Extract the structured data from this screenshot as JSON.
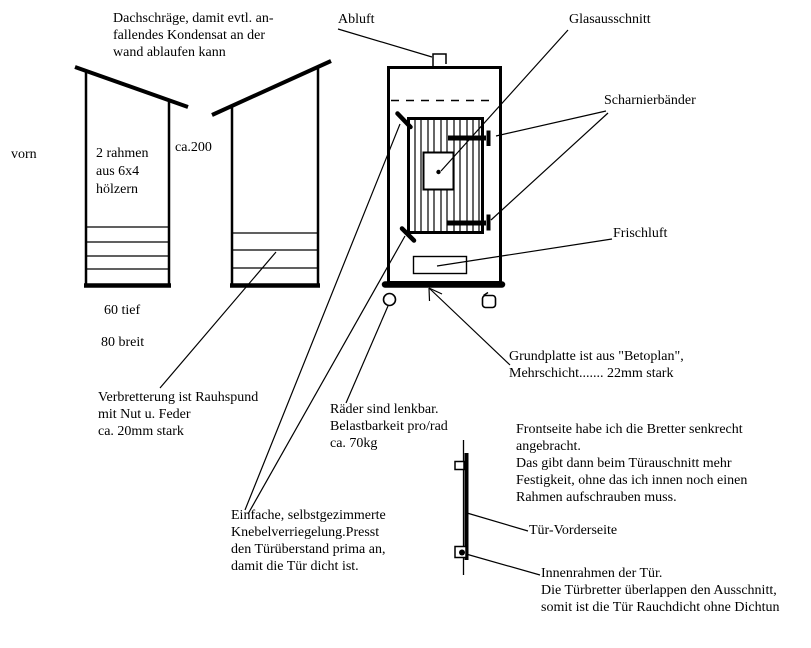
{
  "page": {
    "background_color": "#ffffff",
    "ink_color": "#000000",
    "description": "Hand-drawn construction sketch of a smoker cabinet (Räucherschrank) with German annotations"
  },
  "labels": {
    "dachschraege": "Dachschräge, damit evtl. an-\nfallendes Kondensat an der\nwand ablaufen kann",
    "abluft": "Abluft",
    "glasausschnitt": "Glasausschnitt",
    "scharnierbaender": "Scharnierbänder",
    "vorn": "vorn",
    "rahmen": "2 rahmen\naus 6x4\nhölzern",
    "ca200": "ca.200",
    "frischluft": "Frischluft",
    "tief": "60 tief",
    "breit": "80 breit",
    "grundplatte": "Grundplatte ist aus \"Betoplan\",\nMehrschicht....... 22mm stark",
    "verbretterung": "Verbretterung ist Rauhspund\nmit Nut u. Feder\nca. 20mm stark",
    "raeder": "Räder sind lenkbar.\nBelastbarkeit pro/rad\nca. 70kg",
    "frontseite": "Frontseite habe ich die Bretter senkrecht\nangebracht.\nDas gibt dann beim Türauschnitt mehr\nFestigkeit, ohne das ich innen noch einen\nRahmen aufschrauben muss.",
    "einfache": "Einfache, selbstgezimmerte\nKnebelverriegelung.Presst\nden Türüberstand prima an,\ndamit die Tür dicht ist.",
    "tuer_vorderseite": "Tür-Vorderseite",
    "innenrahmen": "Innenrahmen der Tür.\nDie Türbretter überlappen den Ausschnitt,\nsomit ist die Tür Rauchdicht ohne Dichtun"
  }
}
